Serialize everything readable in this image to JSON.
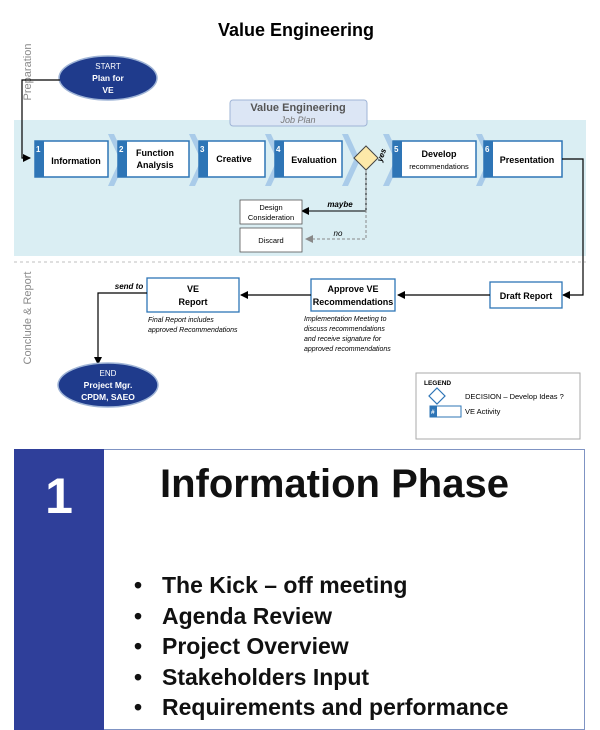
{
  "title": "Value Engineering",
  "lanes": {
    "preparation": "Preparation",
    "conclude": "Conclude & Report"
  },
  "job_plan": {
    "line1": "Value Engineering",
    "line2": "Job Plan"
  },
  "start": {
    "line1": "START",
    "line2": "Plan for",
    "line3": "VE"
  },
  "end": {
    "line1": "END",
    "line2": "Project Mgr.",
    "line3": "CPDM, SAEO"
  },
  "activities": [
    {
      "num": "1",
      "line1": "Information",
      "line2": ""
    },
    {
      "num": "2",
      "line1": "Function",
      "line2": "Analysis"
    },
    {
      "num": "3",
      "line1": "Creative",
      "line2": ""
    },
    {
      "num": "4",
      "line1": "Evaluation",
      "line2": ""
    },
    {
      "num": "5",
      "line1": "Develop",
      "line2": "recommendations"
    },
    {
      "num": "6",
      "line1": "Presentation",
      "line2": ""
    }
  ],
  "decision": {
    "yes": "yes",
    "maybe": "maybe",
    "no": "no"
  },
  "design_consideration": {
    "line1": "Design",
    "line2": "Consideration"
  },
  "discard": "Discard",
  "draft_report": "Draft Report",
  "approve": {
    "line1": "Approve VE",
    "line2": "Recommendations"
  },
  "approve_note": [
    "Implementation Meeting to",
    "discuss recommendations",
    "and receive signature for",
    "approved recommendations"
  ],
  "ve_report": {
    "line1": "VE",
    "line2": "Report"
  },
  "ve_report_note": [
    "Final Report includes",
    "approved Recommendations"
  ],
  "send_to": "send to",
  "legend": {
    "title": "LEGEND",
    "decision": "DECISION – Develop Ideas ?",
    "activity_sym": "#",
    "activity": "VE Activity"
  },
  "colors": {
    "accent": "#2e75b6",
    "band": "#daeef3",
    "oval": "#1f3b8c",
    "card_bar": "#2f3f9a"
  },
  "phase": {
    "number": "1",
    "title": "Information Phase",
    "items": [
      "The Kick – off meeting",
      "Agenda Review",
      "Project Overview",
      "Stakeholders Input",
      "Requirements and performance"
    ]
  }
}
